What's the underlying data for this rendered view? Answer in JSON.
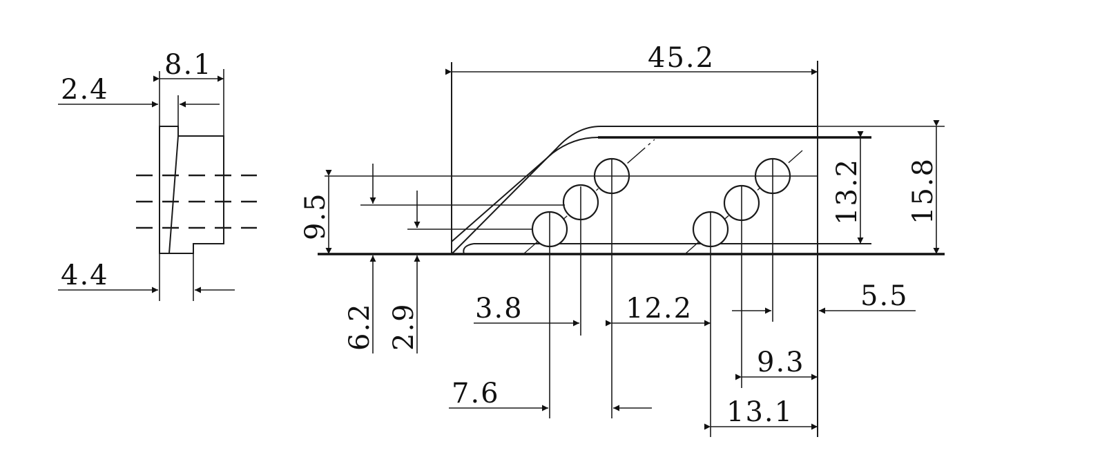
{
  "dimensions": {
    "overall_length": "45.2",
    "overall_height": "15.8",
    "inner_height": "13.2",
    "left_edge_height": "9.5",
    "row_offset_1": "6.2",
    "row_offset_2": "2.9",
    "hole_pitch_left": "3.8",
    "hole_span_left": "7.6",
    "group_gap": "12.2",
    "right_margin": "5.5",
    "hole_pitch_right": "9.3",
    "hole_span_right": "13.1",
    "side_width": "8.1",
    "side_top_thickness": "2.4",
    "side_base_width": "4.4"
  },
  "colors": {
    "line": "#1a1a1a",
    "background": "#ffffff"
  }
}
